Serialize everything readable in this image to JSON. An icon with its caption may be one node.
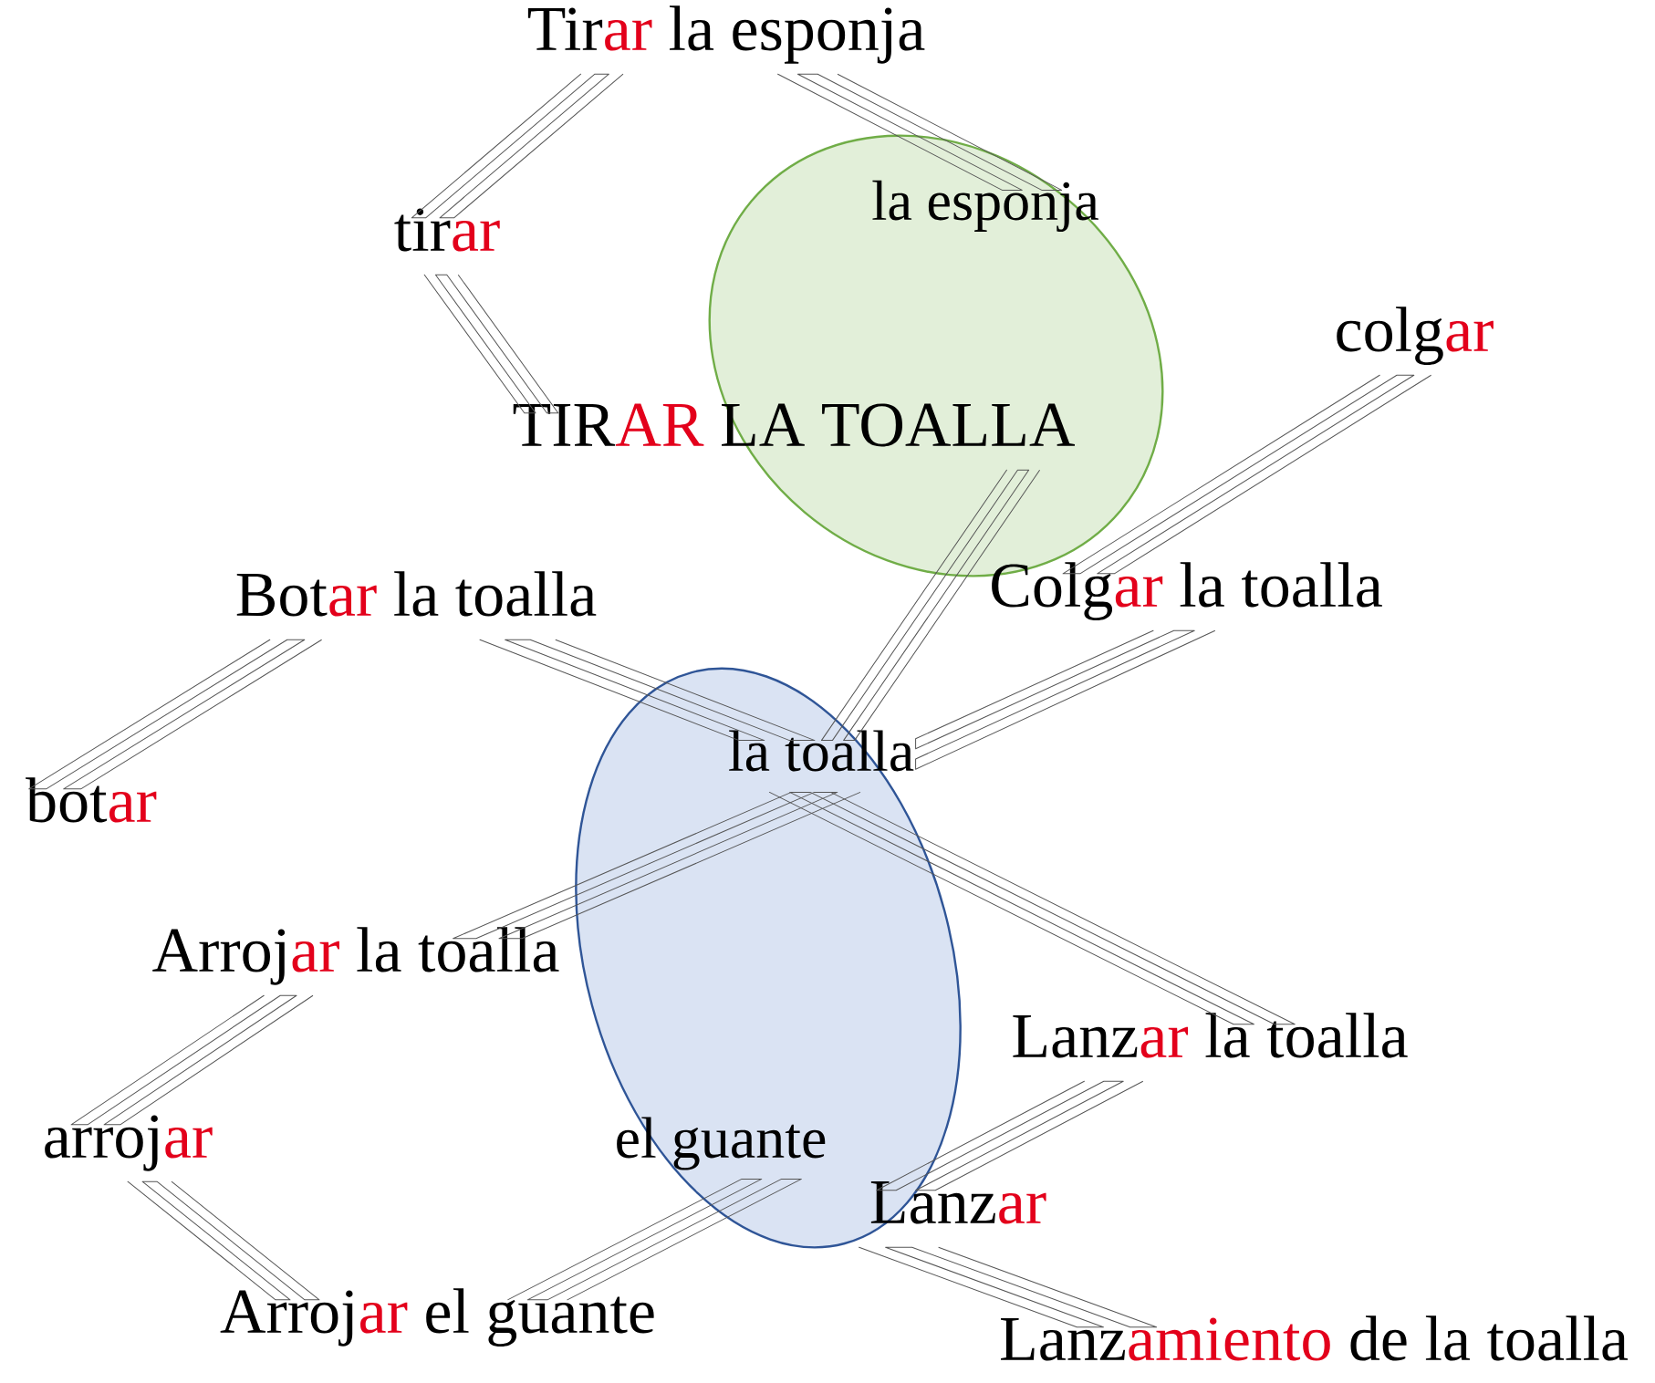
{
  "diagram": {
    "nodes": [
      {
        "text": [
          "Tirar la esponja"
        ]
      },
      {
        "text": [
          "tirar"
        ]
      },
      {
        "text": [],
        "shape": "ellipse"
      },
      {
        "text": [
          "la esponja"
        ],
        "in": 2
      },
      {
        "text": [
          "TIRAR LA TOALLA"
        ]
      },
      {
        "text": [
          "colgar"
        ]
      },
      {
        "text": [
          "Botar la toalla"
        ]
      },
      {
        "text": [
          "Colgar la toalla"
        ]
      },
      {
        "text": [],
        "shape": "ellipse"
      },
      {
        "text": [
          "la toalla"
        ],
        "in": 8
      },
      {
        "text": [
          "botar"
        ]
      },
      {
        "text": [
          "Arrojar la toalla"
        ]
      },
      {
        "text": [
          "Lanzar la toalla"
        ]
      },
      {
        "text": [
          "arrojar"
        ]
      },
      {
        "text": [
          "el guante"
        ],
        "in": 8
      },
      {
        "text": [
          "Lanzar"
        ]
      },
      {
        "text": [
          "Arrojar el guante"
        ]
      },
      {
        "text": [
          "Lanzamiento de la toalla"
        ]
      }
    ],
    "edges": [
      {
        "from": 0,
        "to": 1,
        "arrow": "none"
      },
      {
        "from": 1,
        "to": 4,
        "arrow": "none"
      },
      {
        "from": 0,
        "to": 3,
        "arrow": "none"
      },
      {
        "from": 4,
        "to": 9,
        "arrow": "none"
      },
      {
        "from": 5,
        "to": 7,
        "arrow": "none"
      },
      {
        "from": 6,
        "to": 10,
        "arrow": "none"
      },
      {
        "from": 6,
        "to": 9,
        "arrow": "none"
      },
      {
        "from": 7,
        "to": 9,
        "arrow": "none"
      },
      {
        "from": 9,
        "to": 11,
        "arrow": "none"
      },
      {
        "from": 9,
        "to": 12,
        "arrow": "none"
      },
      {
        "from": 11,
        "to": 13,
        "arrow": "none"
      },
      {
        "from": 13,
        "to": 16,
        "arrow": "none"
      },
      {
        "from": 16,
        "to": 14,
        "arrow": "none"
      },
      {
        "from": 12,
        "to": 15,
        "arrow": "none"
      },
      {
        "from": 15,
        "to": 17,
        "arrow": "none"
      }
    ]
  }
}
